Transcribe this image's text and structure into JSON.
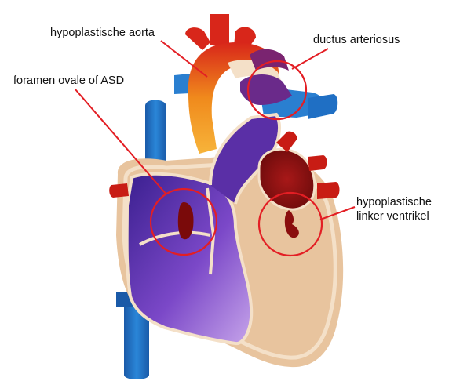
{
  "labels": {
    "hypoplastic_aorta": "hypoplastische aorta",
    "ductus_arteriosus": "ductus arteriosus",
    "foramen_ovale": "foramen ovale of ASD",
    "hypoplastic_lv_line1": "hypoplastische",
    "hypoplastic_lv_line2": "linker ventrikel"
  },
  "colors": {
    "annotation_red": "#e31e24",
    "vein_blue": "#1f6fc4",
    "artery_red": "#c81c14",
    "aorta_orange": "#f08a1c",
    "right_heart_purple": "#6a3cb8",
    "left_heart_tan": "#e8c49e",
    "wall_outline": "#f4e0c8"
  },
  "icons": {
    "illustration": "heart-cross-section-icon"
  }
}
